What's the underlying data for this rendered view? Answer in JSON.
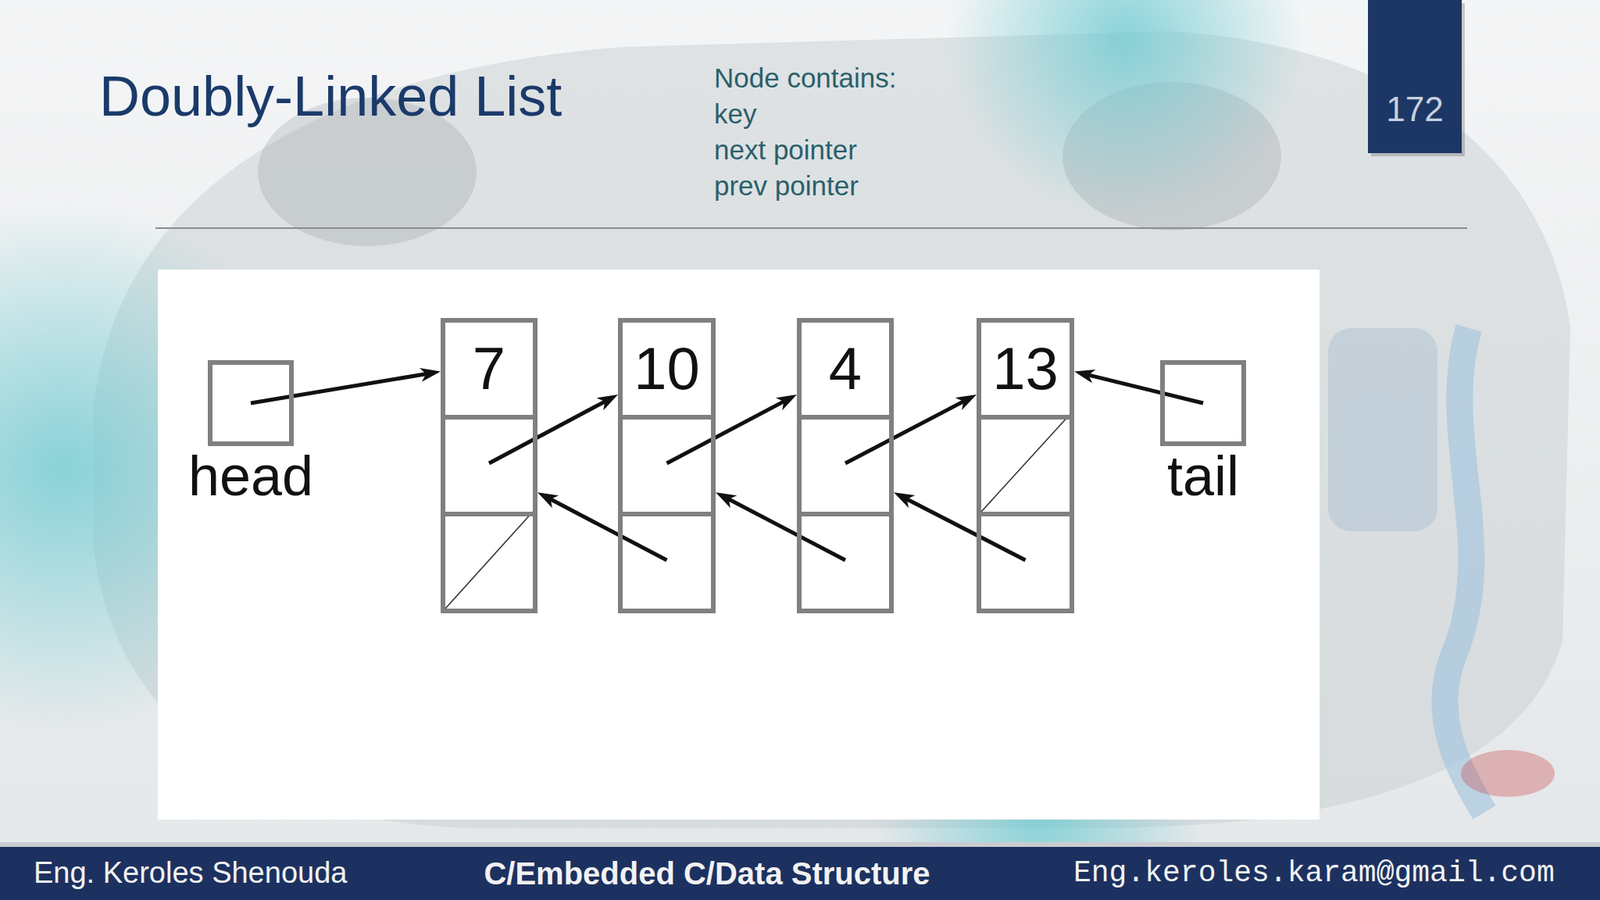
{
  "diagram": {
    "title": "Doubly-Linked List",
    "nodes": [
      {
        "text": [
          "head"
        ]
      },
      {
        "text": [
          "7"
        ]
      },
      {
        "text": [
          "10"
        ]
      },
      {
        "text": [
          "4"
        ]
      },
      {
        "text": [
          "13"
        ]
      },
      {
        "text": [
          "tail"
        ]
      }
    ],
    "edges": [
      {
        "from": 0,
        "to": 1,
        "arrow": "to"
      },
      {
        "from": 1,
        "to": 2,
        "arrow": "to"
      },
      {
        "from": 2,
        "to": 3,
        "arrow": "to"
      },
      {
        "from": 3,
        "to": 4,
        "arrow": "to"
      },
      {
        "from": 2,
        "to": 1,
        "arrow": "to"
      },
      {
        "from": 3,
        "to": 2,
        "arrow": "to"
      },
      {
        "from": 4,
        "to": 3,
        "arrow": "to"
      },
      {
        "from": 5,
        "to": 4,
        "arrow": "to"
      }
    ],
    "labels": [
      "Node contains:",
      "key",
      "next pointer",
      "prev pointer",
      "172",
      "Eng. Keroles Shenouda",
      "C/Embedded C/Data Structure",
      "Eng.keroles.karam@gmail.com"
    ]
  }
}
